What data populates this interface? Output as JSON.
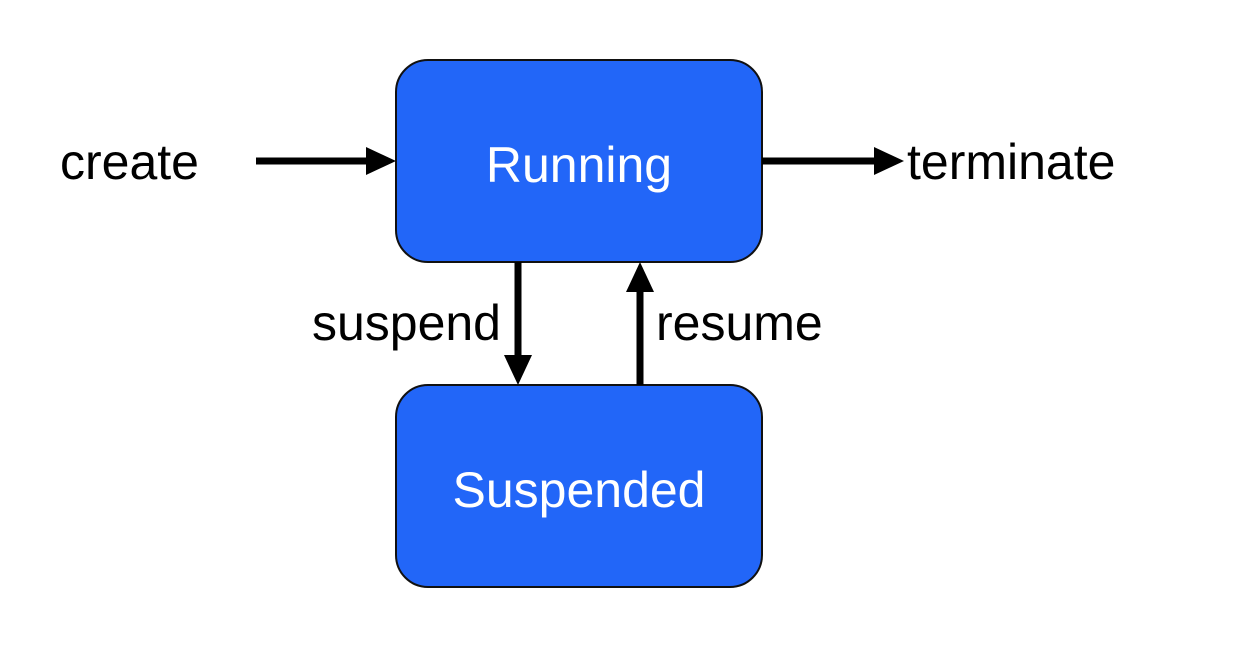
{
  "states": {
    "running": "Running",
    "suspended": "Suspended"
  },
  "transitions": {
    "create": "create",
    "terminate": "terminate",
    "suspend": "suspend",
    "resume": "resume"
  },
  "colors": {
    "state_fill": "#2266f8",
    "state_text": "#ffffff",
    "arrow": "#000000"
  }
}
